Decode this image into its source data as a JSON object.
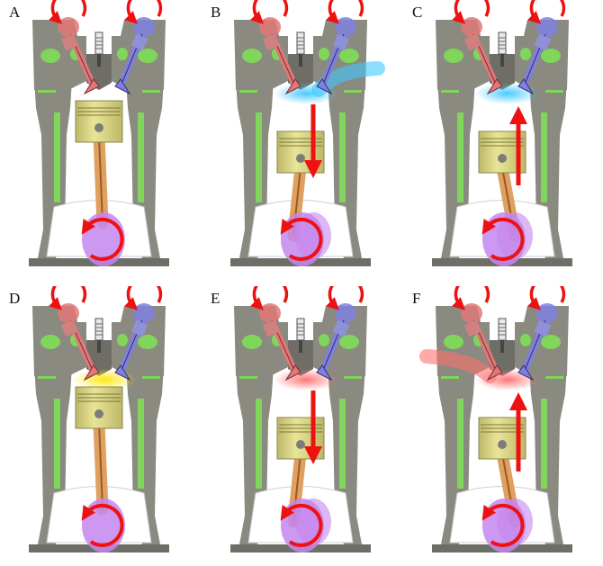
{
  "panels": [
    {
      "label": "A",
      "phase": "start",
      "piston": "top",
      "flame": "none",
      "intakeFlow": false,
      "exhaustFlow": false,
      "pistonArrow": "none"
    },
    {
      "label": "B",
      "phase": "intake",
      "piston": "bottom",
      "flame": "blue",
      "intakeFlow": true,
      "exhaustFlow": false,
      "pistonArrow": "down"
    },
    {
      "label": "C",
      "phase": "compression",
      "piston": "bottom",
      "flame": "blue",
      "intakeFlow": false,
      "exhaustFlow": false,
      "pistonArrow": "up"
    },
    {
      "label": "D",
      "phase": "ignition",
      "piston": "top",
      "flame": "yellow",
      "intakeFlow": false,
      "exhaustFlow": false,
      "pistonArrow": "none"
    },
    {
      "label": "E",
      "phase": "power",
      "piston": "bottom",
      "flame": "red",
      "intakeFlow": false,
      "exhaustFlow": false,
      "pistonArrow": "down"
    },
    {
      "label": "F",
      "phase": "exhaust",
      "piston": "bottom",
      "flame": "red",
      "intakeFlow": false,
      "exhaustFlow": true,
      "pistonArrow": "up"
    }
  ],
  "colors": {
    "block": "#8a8a80",
    "blockDark": "#6e6e66",
    "coolant": "#7fd65a",
    "piston": "#e9e596",
    "pistonDark": "#bdb868",
    "rod": "#e0a060",
    "crank": "#c486ee",
    "intake": "#8080e0",
    "exhaust": "#e07878",
    "arrow": "#ee1111",
    "blue": "#40c8ff",
    "yellow": "#ffe600",
    "red": "#ff7070"
  }
}
